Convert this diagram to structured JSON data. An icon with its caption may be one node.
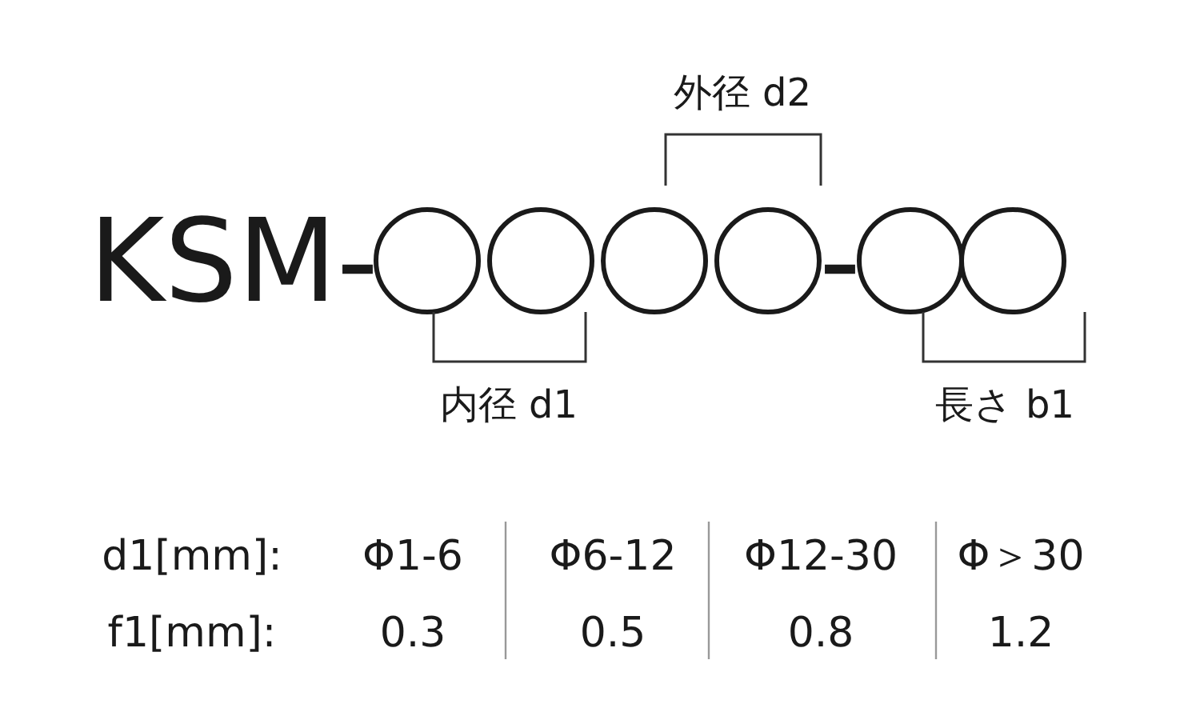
{
  "diagram": {
    "labels": [
      "外径 d2",
      "KSM-",
      "-",
      "内径 d1",
      "長さ b1",
      "d1[mm]:",
      "Φ1-6",
      "Φ6-12",
      "Φ12-30",
      "Φ＞30",
      "f1[mm]:",
      "0.3",
      "0.5",
      "0.8",
      "1.2"
    ]
  }
}
